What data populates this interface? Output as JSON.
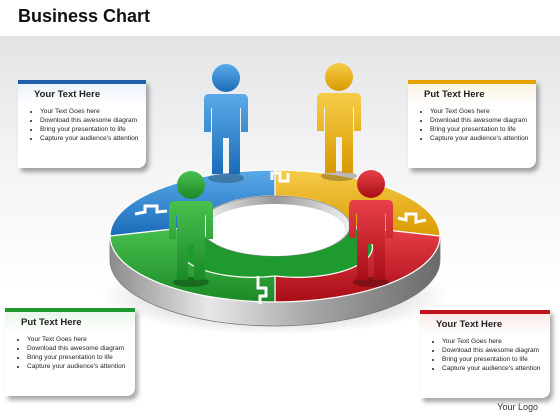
{
  "title": "Business Chart",
  "cards": {
    "top_left": {
      "heading": "Your Text Here",
      "bullets": [
        "Your Text Goes here",
        "Download this awesome diagram",
        "Bring your presentation to life",
        "Capture your audience's attention"
      ]
    },
    "top_right": {
      "heading": "Put Text Here",
      "bullets": [
        "Your Text Goes here",
        "Download this awesome diagram",
        "Bring your presentation to life",
        "Capture your audience's attention"
      ]
    },
    "bottom_left": {
      "heading": "Put Text Here",
      "bullets": [
        "Your Text Goes here",
        "Download this awesome diagram",
        "Bring your presentation to life",
        "Capture your audience's attention"
      ]
    },
    "bottom_right": {
      "heading": "Your Text Here",
      "bullets": [
        "Your Text Goes here",
        "Download this awesome diagram",
        "Bring your presentation to life",
        "Capture your audience's attention"
      ]
    }
  },
  "logo": "Your Logo",
  "colors": {
    "blue": "#1f7fd0",
    "yellow": "#f2b400",
    "green": "#22a532",
    "red": "#d3101c"
  }
}
